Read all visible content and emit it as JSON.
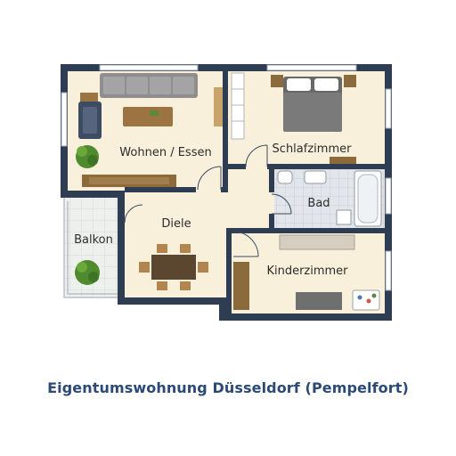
{
  "rooms": {
    "wohnen": "Wohnen / Essen",
    "schlafzimmer": "Schlafzimmer",
    "bad": "Bad",
    "diele": "Diele",
    "balkon": "Balkon",
    "kinderzimmer": "Kinderzimmer"
  },
  "caption": "Eigentumswohnung Düsseldorf (Pempelfort)",
  "colors": {
    "wall": "#2f3d52",
    "floor": "#f8f0db",
    "wood": "#8b6a3c",
    "tile": "#dfe3e8",
    "plant": "#4f8a2e",
    "caption": "#2b4a75"
  }
}
